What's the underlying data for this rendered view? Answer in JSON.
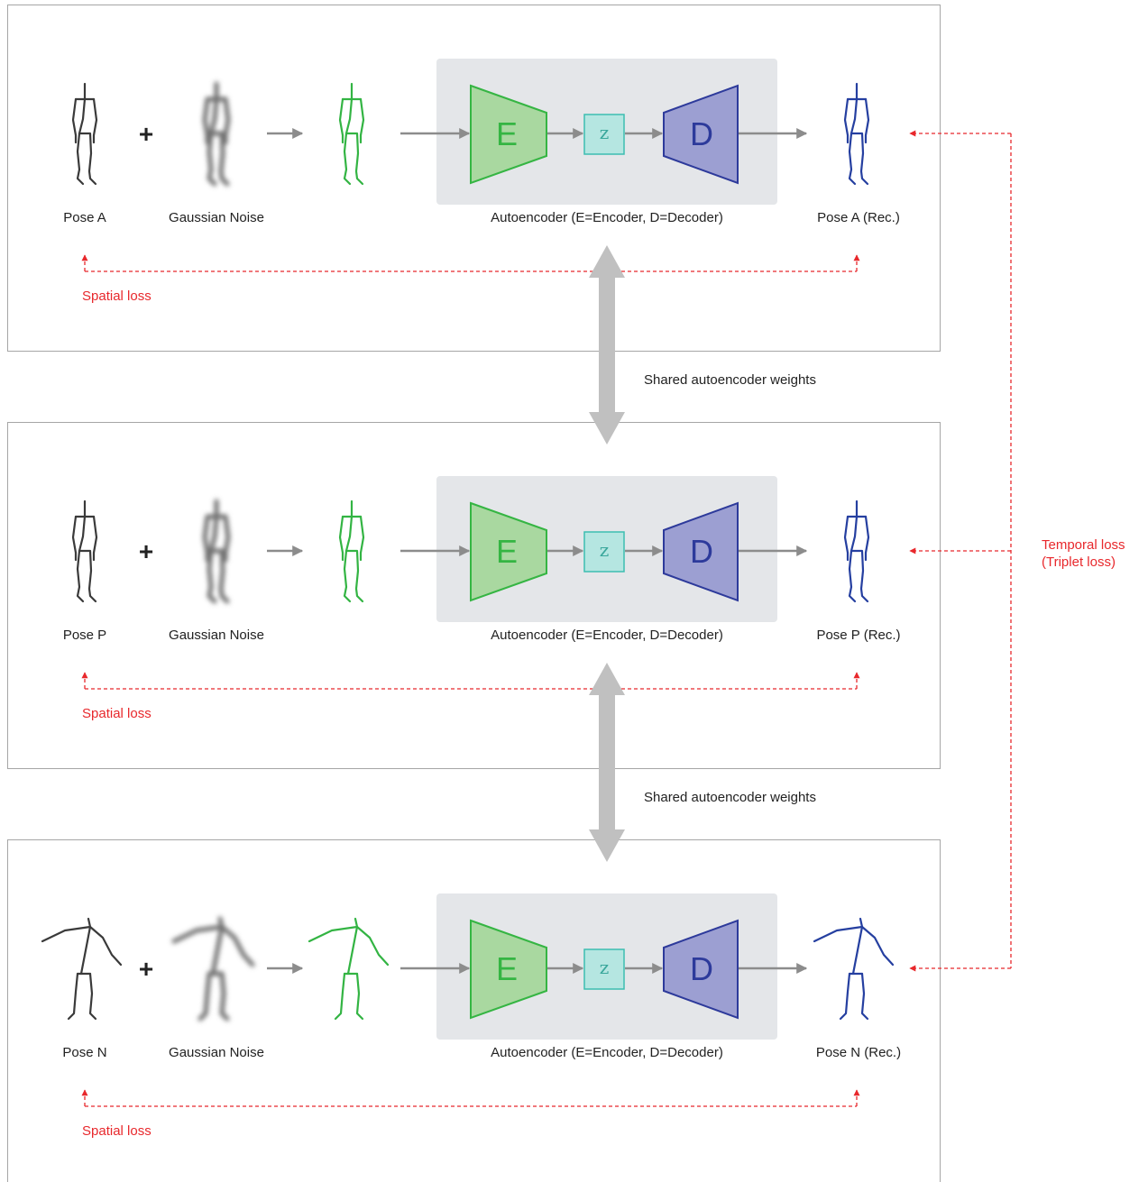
{
  "panels": [
    {
      "pose_label": "Pose A",
      "noise_label": "Gaussian Noise",
      "autoencoder_label": "Autoencoder (E=Encoder, D=Decoder)",
      "recon_label": "Pose A (Rec.)",
      "spatial_loss_label": "Spatial loss",
      "pose_style": "upright"
    },
    {
      "pose_label": "Pose P",
      "noise_label": "Gaussian Noise",
      "autoencoder_label": "Autoencoder (E=Encoder, D=Decoder)",
      "recon_label": "Pose P (Rec.)",
      "spatial_loss_label": "Spatial loss",
      "pose_style": "upright"
    },
    {
      "pose_label": "Pose N",
      "noise_label": "Gaussian Noise",
      "autoencoder_label": "Autoencoder (E=Encoder, D=Decoder)",
      "recon_label": "Pose N (Rec.)",
      "spatial_loss_label": "Spatial loss",
      "pose_style": "arms-out"
    }
  ],
  "encoder_letter": "E",
  "latent_letter": "z",
  "decoder_letter": "D",
  "plus_symbol": "+",
  "shared_weights_labels": [
    "Shared autoencoder weights",
    "Shared autoencoder weights"
  ],
  "temporal_loss": {
    "line1": "Temporal loss",
    "line2": "(Triplet loss)"
  },
  "colors": {
    "panel_border": "#a6a6a6",
    "autoencoder_bg": "#e4e6e9",
    "encoder_fill": "#a9d8a0",
    "encoder_stroke": "#35b543",
    "latent_fill": "#b5e6e1",
    "latent_stroke": "#3dbdb1",
    "decoder_fill": "#9c9fd2",
    "decoder_stroke": "#2d3a9b",
    "arrow": "#8c8c8c",
    "shared_arrow": "#c0c0c0",
    "loss": "#e8282c",
    "pose_input": "#3a3a3a",
    "pose_noisy": "#6e6e6e",
    "pose_denoised": "#33b443",
    "pose_reconstructed": "#253fa0"
  }
}
